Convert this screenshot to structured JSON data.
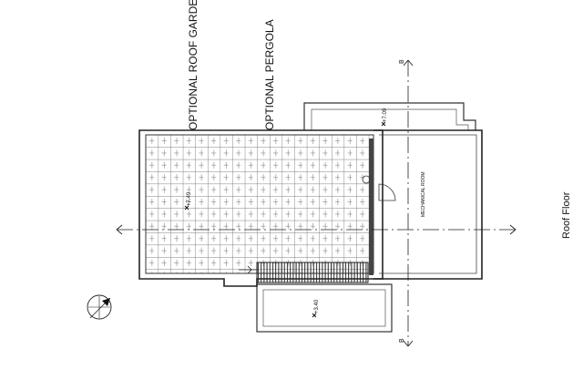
{
  "drawing": {
    "sheet_title": "Roof Floor",
    "labels": {
      "roof_garden": "OPTIONAL ROOF GARDEN",
      "pergola": "OPTIONAL PERGOLA",
      "mechanical_room": "MECHANICAL ROOM"
    },
    "levels": {
      "upper": "+7.09",
      "garden": "+7.49",
      "lower": "+3.40"
    },
    "section_marks": {
      "top": "B",
      "bottom": "B"
    }
  }
}
